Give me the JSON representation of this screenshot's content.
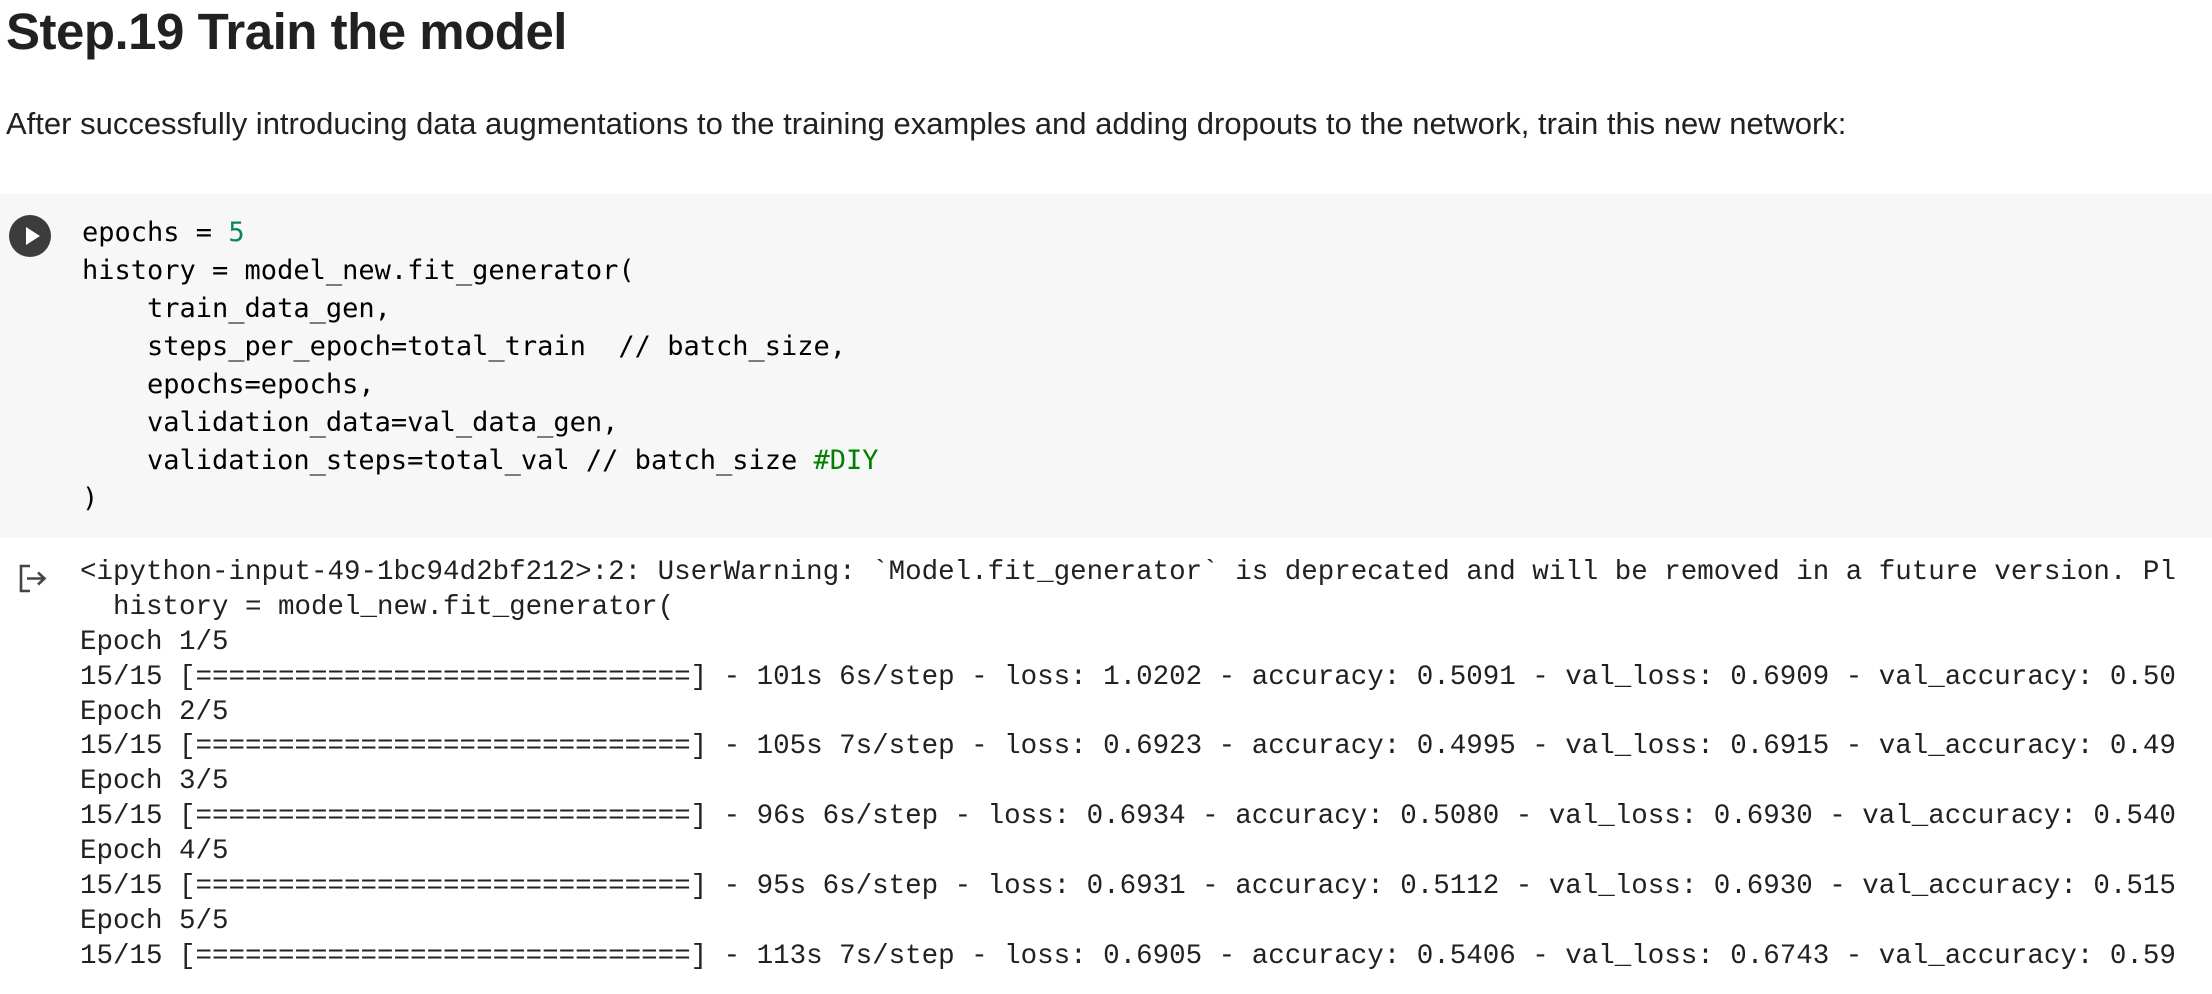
{
  "section": {
    "heading": "Step.19 Train the model",
    "intro": "After successfully introducing data augmentations to the training examples and adding dropouts to the network, train this new network:"
  },
  "code_cell": {
    "run_button_icon": "play-icon",
    "lines": {
      "l0": {
        "a": "epochs = ",
        "n": "5"
      },
      "l1": "history = model_new.fit_generator(",
      "l2": "    train_data_gen,",
      "l3": "    steps_per_epoch=total_train  // batch_size,",
      "l4": "    epochs=epochs,",
      "l5": "    validation_data=val_data_gen,",
      "l6": {
        "a": "    validation_steps=total_val // batch_size ",
        "c": "#DIY"
      },
      "l7": ")"
    },
    "colors": {
      "number": "#098658",
      "comment": "#008000",
      "cell_background": "#f7f7f7"
    }
  },
  "output": {
    "icon": "output-arrow-icon",
    "lines": [
      "<ipython-input-49-1bc94d2bf212>:2: UserWarning: `Model.fit_generator` is deprecated and will be removed in a future version. Pl",
      "  history = model_new.fit_generator(",
      "Epoch 1/5",
      "15/15 [==============================] - 101s 6s/step - loss: 1.0202 - accuracy: 0.5091 - val_loss: 0.6909 - val_accuracy: 0.50",
      "Epoch 2/5",
      "15/15 [==============================] - 105s 7s/step - loss: 0.6923 - accuracy: 0.4995 - val_loss: 0.6915 - val_accuracy: 0.49",
      "Epoch 3/5",
      "15/15 [==============================] - 96s 6s/step - loss: 0.6934 - accuracy: 0.5080 - val_loss: 0.6930 - val_accuracy: 0.540",
      "Epoch 4/5",
      "15/15 [==============================] - 95s 6s/step - loss: 0.6931 - accuracy: 0.5112 - val_loss: 0.6930 - val_accuracy: 0.515",
      "Epoch 5/5",
      "15/15 [==============================] - 113s 7s/step - loss: 0.6905 - accuracy: 0.5406 - val_loss: 0.6743 - val_accuracy: 0.59"
    ]
  }
}
